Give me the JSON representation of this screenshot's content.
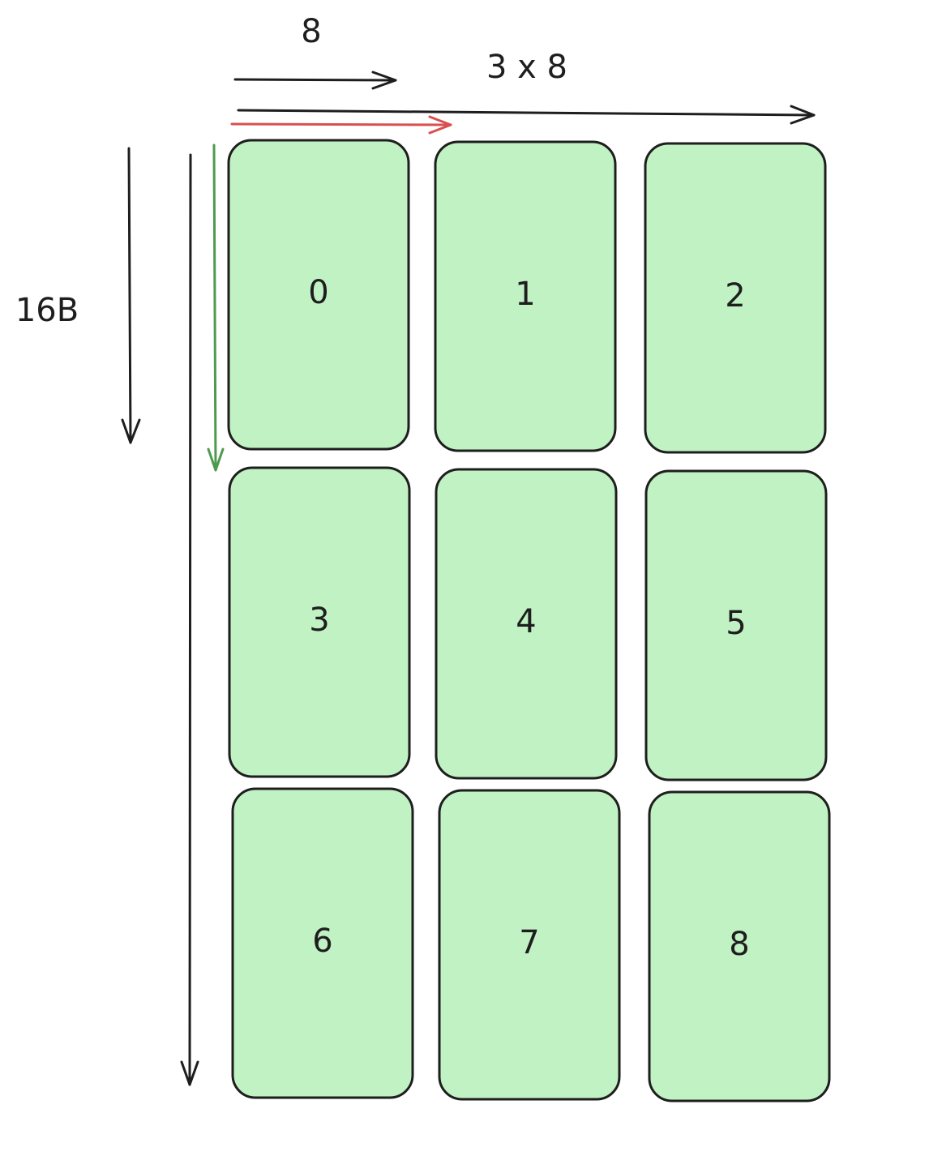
{
  "labels": {
    "tile_width": "8",
    "total_width": "3 x 8",
    "height": "16B"
  },
  "cells": [
    {
      "label": "0"
    },
    {
      "label": "1"
    },
    {
      "label": "2"
    },
    {
      "label": "3"
    },
    {
      "label": "4"
    },
    {
      "label": "5"
    },
    {
      "label": "6"
    },
    {
      "label": "7"
    },
    {
      "label": "8"
    }
  ],
  "colors": {
    "cell_fill": "#c1f2c3",
    "stroke": "#1e1e1e",
    "red_arrow": "#d94f4f",
    "green_arrow": "#4e9a4f"
  }
}
